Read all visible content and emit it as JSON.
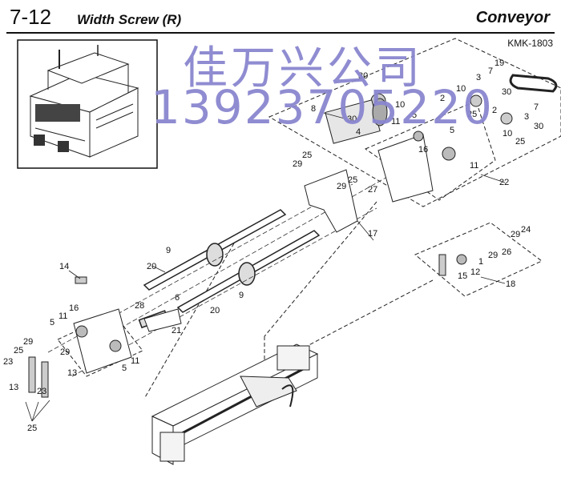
{
  "header": {
    "section_number": "7-12",
    "section_title": "Width Screw (R)",
    "category": "Conveyor",
    "doc_code": "KMK-1803"
  },
  "watermark": {
    "company": "佳万兴公司",
    "phone": "13923705220",
    "color": "#8a86cf"
  },
  "callouts": {
    "c19": "19",
    "c7a": "7",
    "c3a": "3",
    "c30a": "30",
    "c30b": "30",
    "c10a": "10",
    "c2a": "2",
    "c25a": "25",
    "c2b": "2",
    "c3b": "3",
    "c7b": "7",
    "c8": "8",
    "c30c": "30",
    "c10b": "10",
    "c30d": "30",
    "c10c": "10",
    "c25b": "25",
    "c11a": "11",
    "c5a": "5",
    "c4": "4",
    "c16a": "16",
    "c5b": "5",
    "c11b": "11",
    "c22": "22",
    "c25c": "25",
    "c29a": "29",
    "c29b": "29",
    "c25d": "25",
    "c27": "27",
    "c17": "17",
    "c29c": "29",
    "c24": "24",
    "c9a": "9",
    "c20a": "20",
    "c14": "14",
    "c26": "26",
    "c29d": "29",
    "c1": "1",
    "c12": "12",
    "c15": "15",
    "c18": "18",
    "c6": "6",
    "c28": "28",
    "c9b": "9",
    "c20b": "20",
    "c21": "21",
    "c11c": "11",
    "c16b": "16",
    "c5c": "5",
    "c29e": "29",
    "c25e": "25",
    "c29f": "29",
    "c23a": "23",
    "c11d": "11",
    "c5d": "5",
    "c13a": "13",
    "c13b": "13",
    "c23b": "23",
    "c25f": "25"
  }
}
